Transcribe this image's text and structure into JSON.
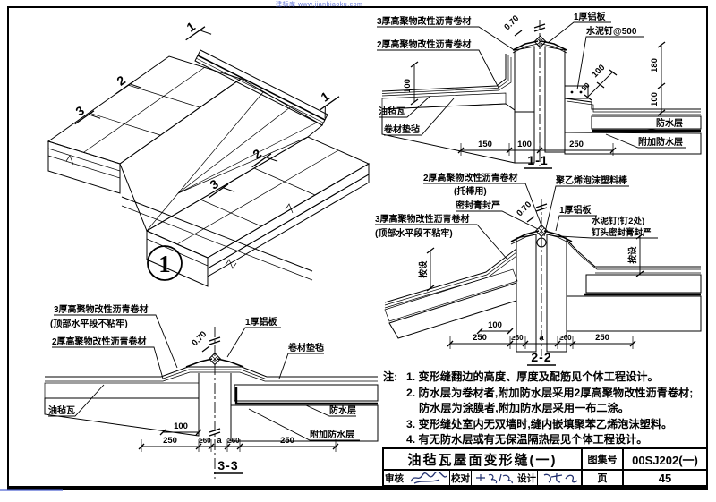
{
  "watermark": "建标库 www.jianbiaoku.com",
  "overview": {
    "callout": "1",
    "m1": "1",
    "m2": "2",
    "m3": "3",
    "m1r": "1",
    "m2r": "2",
    "m3r": "3"
  },
  "d11": {
    "title": "1-1",
    "lbl3": "3厚高聚物改性沥青卷材",
    "lbl2": "2厚高聚物改性沥青卷材",
    "felt": "油毡瓦",
    "underlay": "卷材垫毡",
    "alum": "1厚铝板",
    "nail": "水泥钉@500",
    "wp": "防水层",
    "awp": "附加防水层",
    "d070": "0.70",
    "dv100": "100",
    "dd100": "100",
    "dd50": "50",
    "dv180": "180",
    "dv100b": "100",
    "db150": "150",
    "db100": "100",
    "db250": "250"
  },
  "d22": {
    "title": "2-2",
    "lbl2": "2厚高聚物改性沥青卷材",
    "lbl2b": "(托棒用)",
    "seal": "密封膏封严",
    "lbl3": "3厚高聚物改性沥青卷材",
    "lbl3b": "(顶部水平段不粘牢)",
    "rod": "聚乙烯泡沫塑料棒",
    "alum": "1厚铝板",
    "nail": "水泥钉(钉2处)",
    "nail2": "钉头密封膏封严",
    "hl": "按设",
    "hr": "按设",
    "d070": "0.70",
    "d100": "100",
    "d250l": "250",
    "dge60l": "≥60",
    "da": "a",
    "dge60r": "≥60",
    "d250r": "250"
  },
  "d33": {
    "title": "3-3",
    "lbl3": "3厚高聚物改性沥青卷材",
    "lbl3b": "(顶部水平段不粘牢)",
    "lbl2": "2厚高聚物改性沥青卷材",
    "alum": "1厚铝板",
    "underlay": "卷材垫毡",
    "felt": "油毡瓦",
    "wp": "防水层",
    "awp": "附加防水层",
    "d070": "0.70",
    "d100": "100",
    "d250l": "250",
    "dge60l": "≥60",
    "da": "a",
    "dge60r": "≥60",
    "d250r": "250"
  },
  "notes": {
    "prefix": "注:",
    "n1": "1. 变形缝翻边的高度、厚度及配筋见个体工程设计。",
    "n2": "2. 防水层为卷材者,附加防水层采用2厚高聚物改性沥青卷材;",
    "n2b": "防水层为涂膜者,附加防水层采用一布二涂。",
    "n3": "3. 变形缝处室内无双墙时,缝内嵌填聚苯乙烯泡沫塑料。",
    "n4": "4. 有无防水层或有无保温隔热层见个体工程设计。"
  },
  "titleblock": {
    "title": "油毡瓦屋面变形缝(一)",
    "atlas_label": "图集号",
    "atlas_no": "00SJ202(一)",
    "review": "审核",
    "check": "校对",
    "design": "设计",
    "page_label": "页",
    "page_no": "45"
  }
}
